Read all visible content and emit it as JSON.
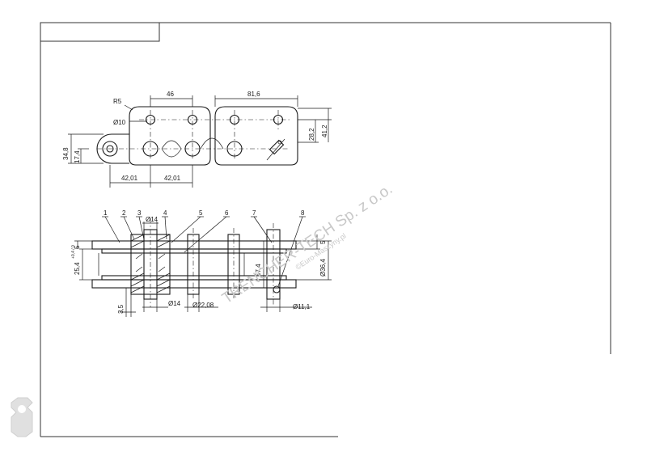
{
  "top_view": {
    "dims": {
      "r5": "R5",
      "d10": "Ø10",
      "pitch_46": "46",
      "len_81_6": "81,6",
      "h_34_8": "34,8",
      "h_17_4": "17,4",
      "h_28_2": "28,2",
      "h_41_2": "41,2",
      "w_42_01_a": "42,01",
      "w_42_01_b": "42,01"
    }
  },
  "side_view": {
    "callouts": [
      "1",
      "2",
      "3",
      "4",
      "5",
      "6",
      "7",
      "8"
    ],
    "dims": {
      "d14_top": "Ø14",
      "w_25_4": "25,4",
      "tol_25_4": "+0,4 / 0",
      "v_5_left": "5",
      "v_3_5": "3,5",
      "d14_bottom": "Ø14",
      "d22_08": "Ø22,08",
      "v_57_4": "57,4",
      "v_5_right": "5",
      "v_36_4": "Ø36,4",
      "d11_1": "Ø11,1"
    }
  },
  "watermark": {
    "company": "TRENCHER-TECH Sp. z o.o.",
    "site": "©Euro-Maszyny.pl"
  },
  "colors": {
    "ink": "#1a1a1a",
    "watermark": "#c8c8c8",
    "frame": "#333333"
  }
}
